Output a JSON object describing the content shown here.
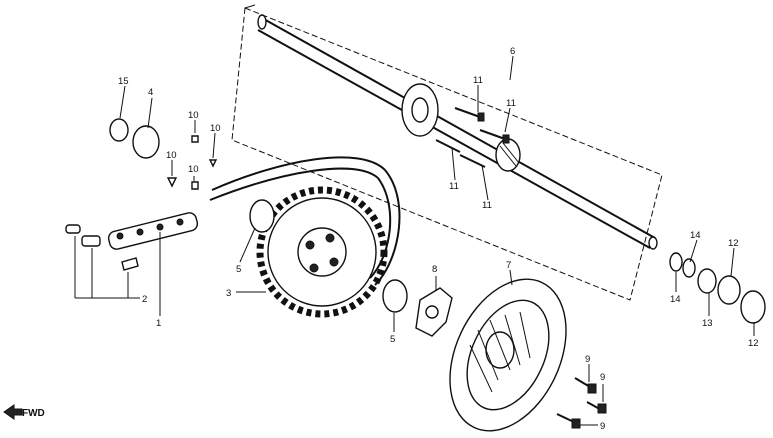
{
  "callouts": [
    {
      "id": "c1",
      "label": "1"
    },
    {
      "id": "c2",
      "label": "2"
    },
    {
      "id": "c3",
      "label": "3"
    },
    {
      "id": "c4",
      "label": "4"
    },
    {
      "id": "c5a",
      "label": "5"
    },
    {
      "id": "c5b",
      "label": "5"
    },
    {
      "id": "c6",
      "label": "6"
    },
    {
      "id": "c7",
      "label": "7"
    },
    {
      "id": "c8",
      "label": "8"
    },
    {
      "id": "c9a",
      "label": "9"
    },
    {
      "id": "c9b",
      "label": "9"
    },
    {
      "id": "c9c",
      "label": "9"
    },
    {
      "id": "c10a",
      "label": "10"
    },
    {
      "id": "c10b",
      "label": "10"
    },
    {
      "id": "c10c",
      "label": "10"
    },
    {
      "id": "c10d",
      "label": "10"
    },
    {
      "id": "c11a",
      "label": "11"
    },
    {
      "id": "c11b",
      "label": "11"
    },
    {
      "id": "c11c",
      "label": "11"
    },
    {
      "id": "c11d",
      "label": "11"
    },
    {
      "id": "c12a",
      "label": "12"
    },
    {
      "id": "c12b",
      "label": "12"
    },
    {
      "id": "c13",
      "label": "13"
    },
    {
      "id": "c14a",
      "label": "14"
    },
    {
      "id": "c14b",
      "label": "14"
    },
    {
      "id": "c15",
      "label": "15"
    }
  ],
  "fwd_label": "FWD"
}
